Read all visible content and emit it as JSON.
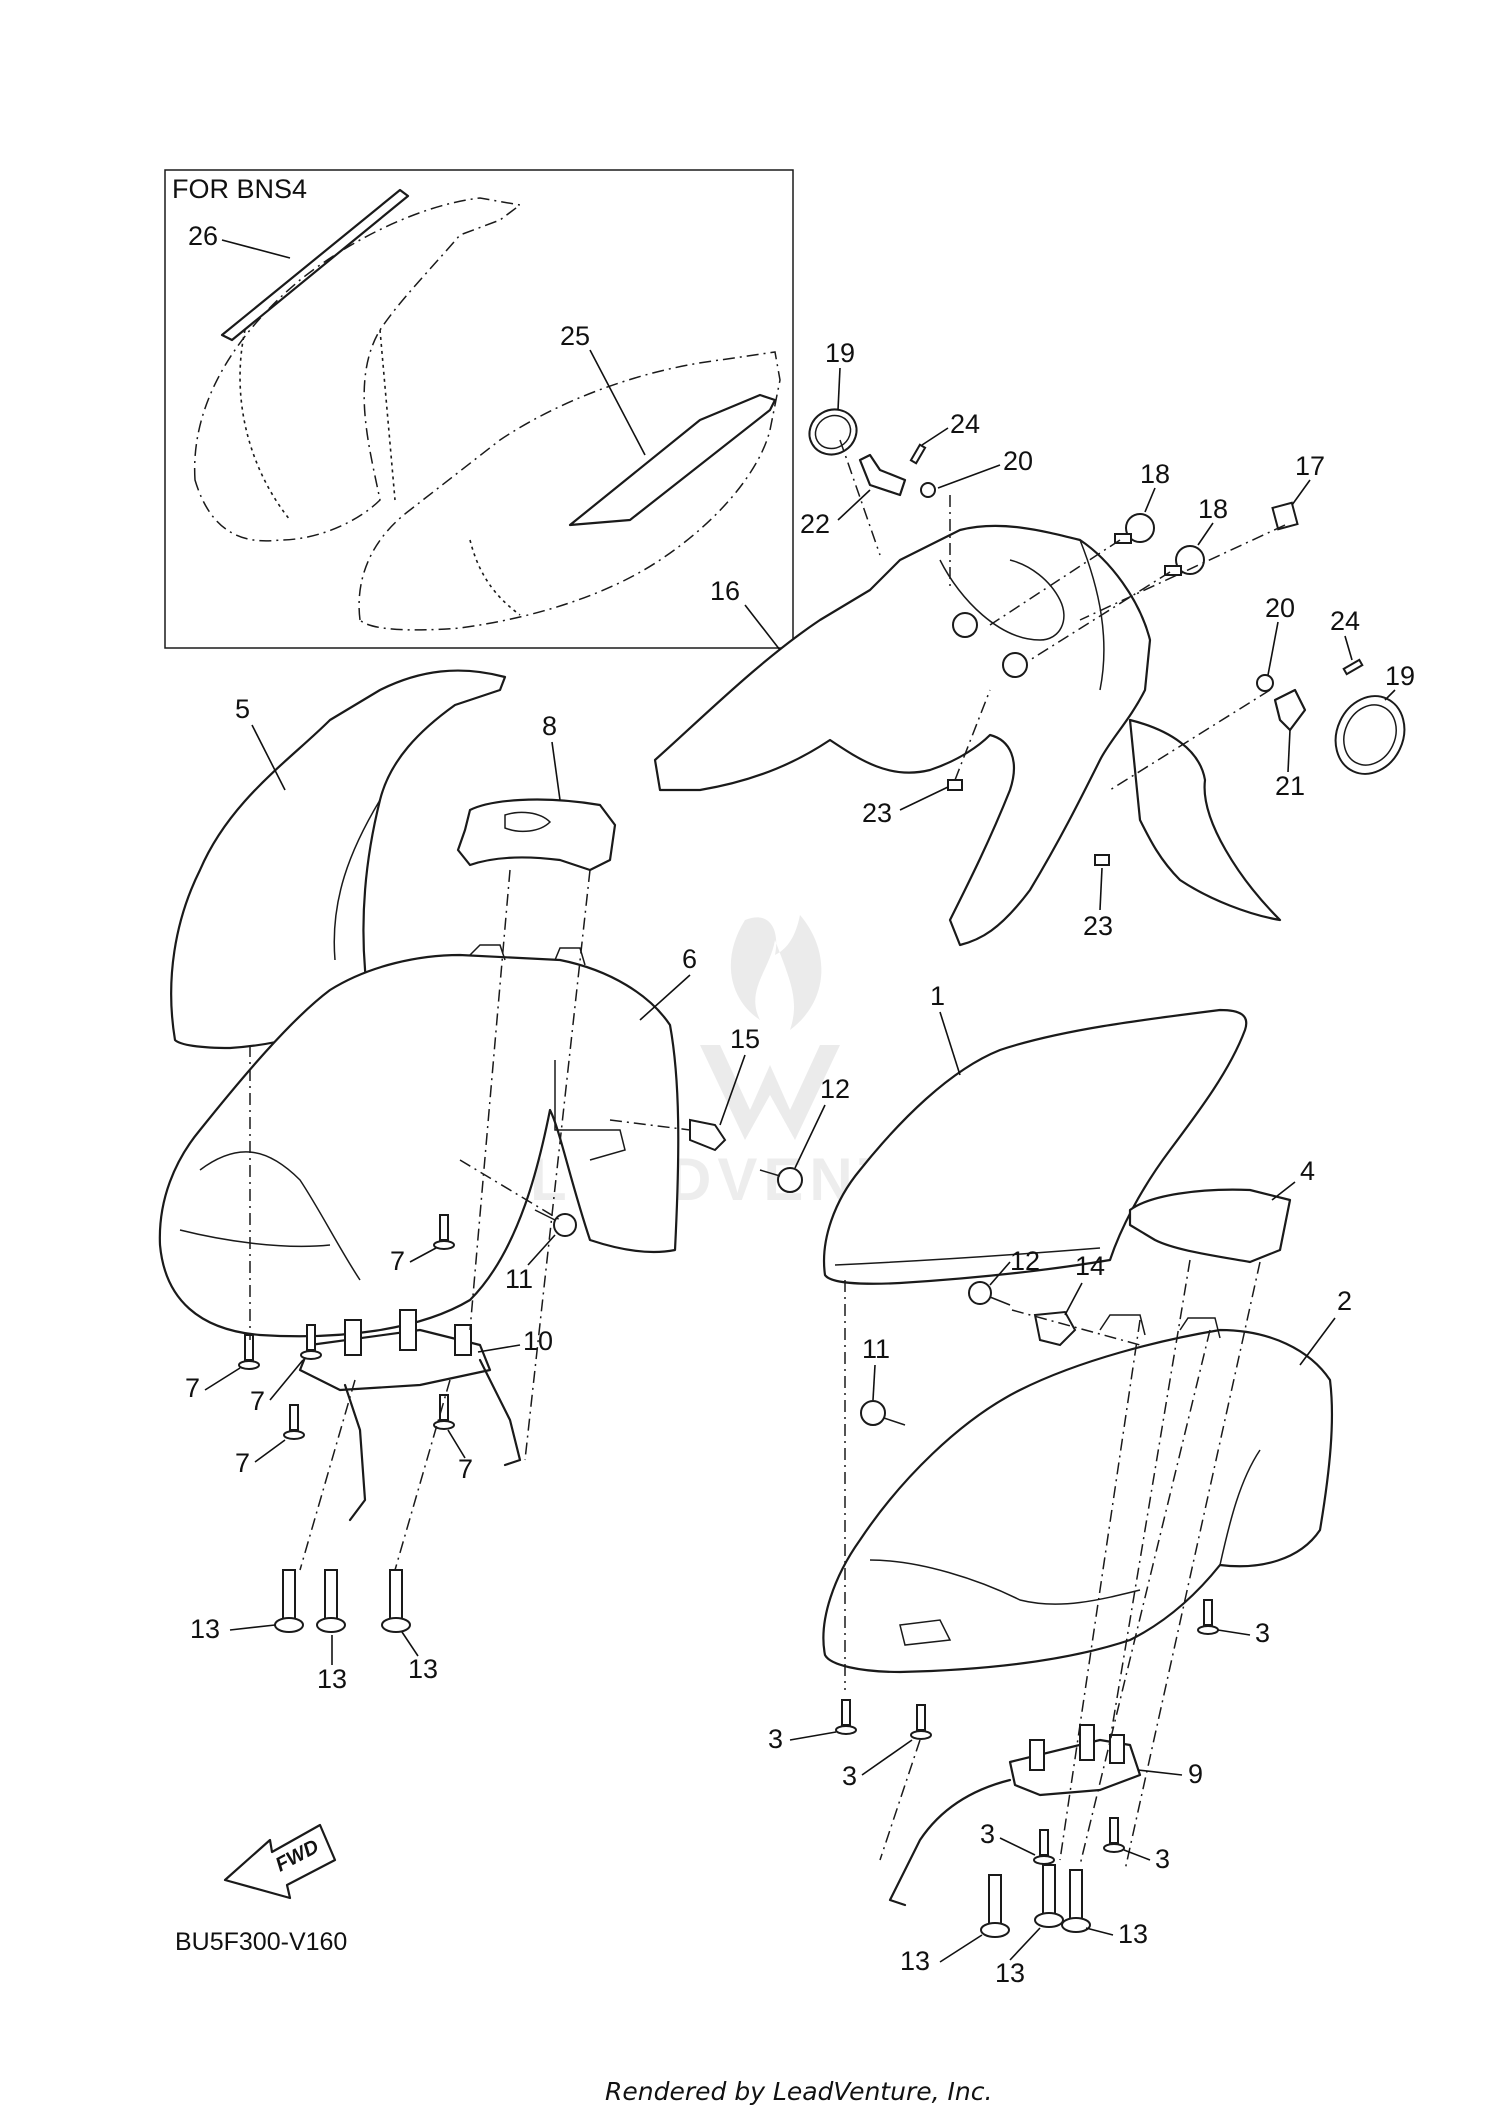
{
  "inset_title": "FOR BNS4",
  "diagram_code": "BU5F300-V160",
  "footer": "Rendered by LeadVenture, Inc.",
  "fwd_label": "FWD",
  "watermark": "LEADVENTURE",
  "callouts": {
    "c1": "1",
    "c2": "2",
    "c3a": "3",
    "c3b": "3",
    "c3c": "3",
    "c3d": "3",
    "c3e": "3",
    "c4": "4",
    "c5": "5",
    "c6": "6",
    "c7a": "7",
    "c7b": "7",
    "c7c": "7",
    "c7d": "7",
    "c7e": "7",
    "c8": "8",
    "c9": "9",
    "c10": "10",
    "c11a": "11",
    "c11b": "11",
    "c12a": "12",
    "c12b": "12",
    "c13a": "13",
    "c13b": "13",
    "c13c": "13",
    "c13d": "13",
    "c13e": "13",
    "c13f": "13",
    "c14": "14",
    "c15": "15",
    "c16": "16",
    "c17": "17",
    "c18a": "18",
    "c18b": "18",
    "c19a": "19",
    "c19b": "19",
    "c20a": "20",
    "c20b": "20",
    "c21": "21",
    "c22": "22",
    "c23a": "23",
    "c23b": "23",
    "c24a": "24",
    "c24b": "24",
    "c25": "25",
    "c26": "26"
  }
}
